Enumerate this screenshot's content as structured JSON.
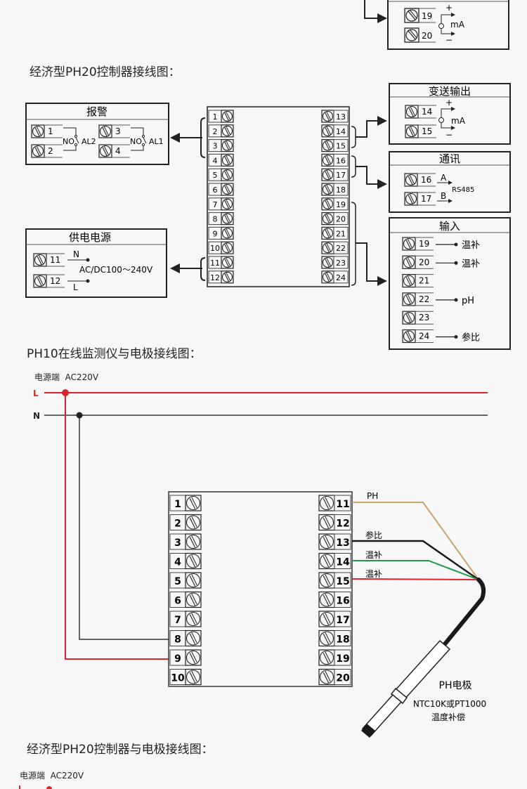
{
  "top_partial_box": {
    "terminals": [
      "19",
      "20"
    ],
    "plus": "+",
    "minus": "−",
    "unit": "mA"
  },
  "ph20_wiring": {
    "heading": "经济型PH20控制器接线图：",
    "alarm_box": {
      "title": "报警",
      "terminals": [
        "1",
        "2",
        "3",
        "4"
      ],
      "contact_label": "NO",
      "relays": [
        "AL2",
        "AL1"
      ]
    },
    "power_box": {
      "title": "供电电源",
      "terminals": [
        "11",
        "12"
      ],
      "n_label": "N",
      "l_label": "L",
      "voltage": "AC/DC100～240V"
    },
    "controller": {
      "left_terminals": [
        "1",
        "2",
        "3",
        "4",
        "5",
        "6",
        "7",
        "8",
        "9",
        "10",
        "11",
        "12"
      ],
      "right_terminals": [
        "13",
        "14",
        "15",
        "16",
        "17",
        "18",
        "19",
        "20",
        "21",
        "22",
        "23",
        "24"
      ]
    },
    "transmit_box": {
      "title": "变送输出",
      "terminals": [
        "14",
        "15"
      ],
      "plus": "+",
      "minus": "−",
      "unit": "mA"
    },
    "comm_box": {
      "title": "通讯",
      "terminals": [
        "16",
        "17"
      ],
      "a_label": "A",
      "b_label": "B",
      "protocol": "RS485"
    },
    "input_box": {
      "title": "输入",
      "rows": [
        {
          "terminal": "19",
          "label": "温补"
        },
        {
          "terminal": "20",
          "label": "温补"
        },
        {
          "terminal": "21",
          "label": ""
        },
        {
          "terminal": "22",
          "label": "pH"
        },
        {
          "terminal": "23",
          "label": ""
        },
        {
          "terminal": "24",
          "label": "参比"
        }
      ]
    }
  },
  "ph10_wiring": {
    "heading": "PH10在线监测仪与电极接线图：",
    "power_label": "电源端  AC220V",
    "line_l": "L",
    "line_n": "N",
    "left_terminals": [
      "1",
      "2",
      "3",
      "4",
      "5",
      "6",
      "7",
      "8",
      "9",
      "10"
    ],
    "right_terminals": [
      "11",
      "12",
      "13",
      "14",
      "15",
      "16",
      "17",
      "18",
      "19",
      "20"
    ],
    "wires": [
      {
        "terminal": "11",
        "label": "PH",
        "color": "#c9a46e"
      },
      {
        "terminal": "13",
        "label": "参比",
        "color": "#1a1a1a"
      },
      {
        "terminal": "14",
        "label": "温补",
        "color": "#1e9a4a"
      },
      {
        "terminal": "15",
        "label": "温补",
        "color": "#d9232d"
      }
    ],
    "electrode_label": "PH电极",
    "electrode_note_1": "NTC10K或PT1000",
    "electrode_note_2": "温度补偿",
    "l_color": "#d9232d",
    "n_color": "#1a1a1a"
  },
  "ph20_electrode": {
    "heading": "经济型PH20控制器与电极接线图：",
    "power_label": "电源端  AC220V"
  }
}
